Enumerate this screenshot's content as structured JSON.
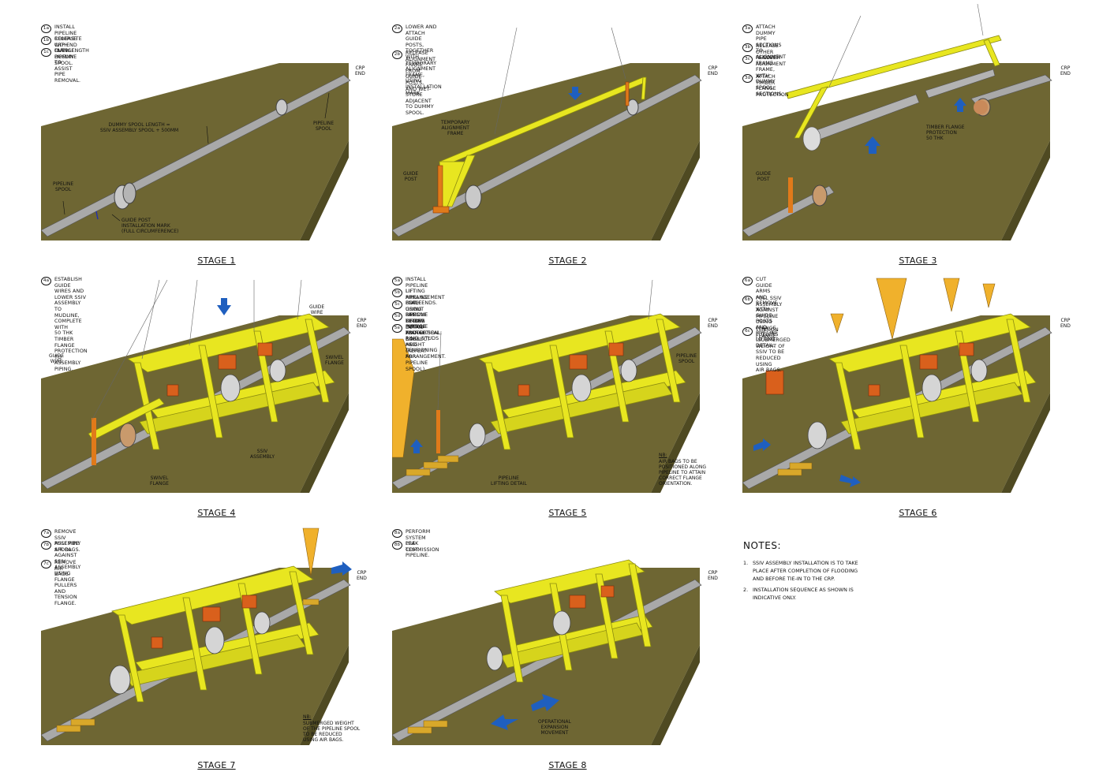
{
  "stages": [
    {
      "title": "STAGE 1",
      "steps": [
        {
          "id": "1a",
          "text": "INSTALL PIPELINE COMPLETE WITH OVERLENGTH DUMMY SPOOL."
        },
        {
          "id": "1b",
          "text": "RELEASE CRP END FLANGE."
        },
        {
          "id": "1c",
          "text": "CUT PIPELINE TO ASSIST PIPE REMOVAL."
        }
      ],
      "callouts": {
        "crp": "CRP\nEND",
        "dummy": "DUMMY SPOOL LENGTH =\nSSIV ASSEMBLY SPOOL + 500mm",
        "pipe_right": "PIPELINE\nSPOOL",
        "pipe_left": "PIPELINE\nSPOOL",
        "mark": "GUIDE POST\nINSTALLATION MARK\n(FULL CIRCUMFERENCE)"
      }
    },
    {
      "title": "STAGE 2",
      "steps": [
        {
          "id": "2a",
          "text": "LOWER AND ATTACH GUIDE POSTS, TOGETHER\nWITH TEMPORARY ALIGNMENT FRAME, USING\nINSTALLATION MARK."
        },
        {
          "id": "2b",
          "text": "RELEASE ALIGNMENT FRAME FROM\nGUIDE POSTS, AND WET-STORE\nADJACENT TO DUMMY SPOOL."
        }
      ],
      "callouts": {
        "crp": "CRP\nEND",
        "frame": "TEMPORARY\nALIGNMENT\nFRAME",
        "post": "GUIDE\nPOST"
      }
    },
    {
      "title": "STAGE 3",
      "steps": [
        {
          "id": "3a",
          "text": "ATTACH DUMMY PIPE SECTIONS\nTO ALIGNMENT FRAME."
        },
        {
          "id": "3b",
          "text": "RELEASE OTHER FLANGE."
        },
        {
          "id": "3c",
          "text": "RECOVER ALIGNMENT FRAME, WITH\nDUMMY SPOOL SECTIONS."
        },
        {
          "id": "3d",
          "text": "ATTACH TIMBER FLANGE\nPROTECTION"
        }
      ],
      "callouts": {
        "crp": "CRP\nEND",
        "timber": "TIMBER FLANGE\nPROTECTION\n50 THK",
        "post": "GUIDE\nPOST"
      }
    },
    {
      "title": "STAGE 4",
      "steps": [
        {
          "id": "4a",
          "text": "ESTABLISH GUIDE WIRES AND LOWER SSIV\nASSEMBLY TO MUDLINE, COMPLETE WITH\n50 THK TIMBER FLANGE PROTECTION\nTO ASSEMBLY PIPING."
        }
      ],
      "callouts": {
        "crp": "CRP\nEND",
        "wire_right": "GUIDE\nWIRE",
        "wire_left": "GUIDE\nWIRE",
        "swivel_right": "SWIVEL\nFLANGE",
        "ssiv": "SSIV\nASSEMBLY",
        "swivel_left": "SWIVEL\nFLANGE"
      }
    },
    {
      "title": "STAGE 5",
      "steps": [
        {
          "id": "5a",
          "text": "INSTALL PIPELINE LIFTING ARRANGEMENT BOTH ENDS."
        },
        {
          "id": "5b",
          "text": "LIFT PIPELINE END, USING PIPELINE LIFTING DETAIL AND AIR BAGS."
        },
        {
          "id": "5c",
          "text": "PLACE GROUT BAGS BELOW PIPELINE TO CORRECT HEIGHT (REPEAT FOR PIPELINE SPOOL)."
        },
        {
          "id": "5d",
          "text": "REMOVE TIMBER FLANGE PROTECTION."
        },
        {
          "id": "5e",
          "text": "INSTALL FLANGE SEAL, RING, STUDS\nAND TENSIONING ARRANGEMENT."
        }
      ],
      "callouts": {
        "crp": "CRP\nEND",
        "spool": "PIPELINE\nSPOOL",
        "lifting": "PIPELINE\nLIFTING DETAIL",
        "nb_head": "NB:",
        "nb_text": "AIR BAGS TO BE\nPOSITIONED ALONG\nPIPELINE TO ATTAIN\nCORRECT FLANGE\nORIENTATION."
      }
    },
    {
      "title": "STAGE 6",
      "steps": [
        {
          "id": "6a",
          "text": "CUT GUIDE ARMS AND REMOVE WITH GUIDE\nPOSTS AND PIPELINE LIFTING DETAIL."
        },
        {
          "id": "6b",
          "text": "PULL SSIV ASSEMBLY AGAINST PIPELINE USING\nFLANGE PULLERS (SUBMERGED WEIGHT OF\nSSIV TO BE REDUCED USING\nAIR BAGS."
        },
        {
          "id": "6c",
          "text": "TENSION\nFLANGE."
        }
      ],
      "callouts": {
        "crp": "CRP\nEND"
      }
    },
    {
      "title": "STAGE 7",
      "steps": [
        {
          "id": "7a",
          "text": "REMOVE SSIV ASSEMBLY AIR BAGS."
        },
        {
          "id": "7b",
          "text": "PULL PIPE SPOOL AGAINST SSIV ASSEMBLY USING FLANGE\nPULLERS AND TENSION FLANGE."
        },
        {
          "id": "7c",
          "text": "REMOVE AIR BAGS."
        }
      ],
      "callouts": {
        "crp": "CRP\nEND",
        "nb_head": "NB:",
        "nb_text": "SUBMERGED WEIGHT\nOF THE PIPELINE SPOOL\nTO BE REDUCED\nUSING AIR BAGS."
      }
    },
    {
      "title": "STAGE 8",
      "steps": [
        {
          "id": "8a",
          "text": "PERFORM SYSTEM LEAK TEST."
        },
        {
          "id": "8b",
          "text": "PRE-COMMISSION PIPELINE."
        }
      ],
      "callouts": {
        "crp": "CRP\nEND",
        "expansion": "OPERATIONAL\nEXPANSION\nMOVEMENT"
      }
    }
  ],
  "notes": {
    "heading": "NOTES:",
    "items": [
      {
        "num": "1.",
        "text": "SSIV ASSEMBLY INSTALLATION IS TO TAKE PLACE AFTER COMPLETION OF FLOODING AND BEFORE TIE-IN TO THE CRP."
      },
      {
        "num": "2.",
        "text": "INSTALLATION SEQUENCE AS SHOWN IS INDICATIVE ONLY."
      }
    ]
  },
  "colors": {
    "seabed": "#6e6633",
    "seabed_side": "#4f4a22",
    "pipe": "#a9a9a9",
    "frame": "#e8e620",
    "valve": "#d9601c",
    "arrow": "#1f5fbf",
    "grout": "#d9a82a",
    "buoy": "#f0b12c"
  }
}
